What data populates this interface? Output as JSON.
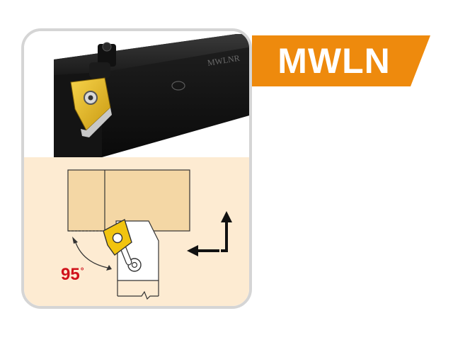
{
  "badge": {
    "label": "MWLN",
    "color": "#ee8a0d"
  },
  "photo": {
    "holder_marking": "MWLNR"
  },
  "diagram": {
    "angle_value": "95",
    "angle_unit": "°",
    "angle_color": "#d0121b",
    "background": "#fdebd2",
    "workpiece_color": "#f4d7a5",
    "insert_color": "#f1c40f"
  },
  "icons": {
    "up_arrow": "arrow-up-icon",
    "left_arrow": "arrow-left-icon",
    "angle_arc": "curved-double-arrow-icon"
  }
}
